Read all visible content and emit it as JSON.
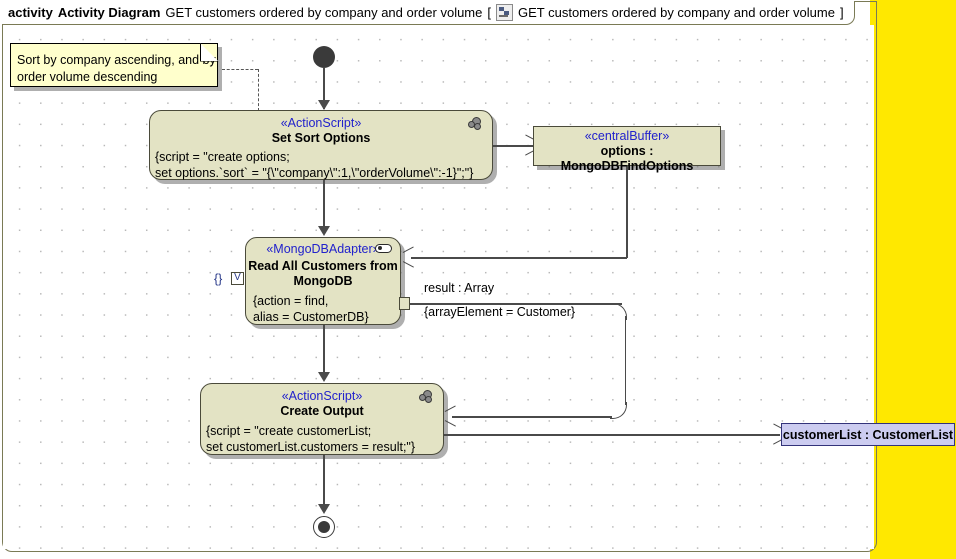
{
  "frame": {
    "keyword": "activity",
    "type_label": "Activity Diagram",
    "diagram_name": "GET customers ordered by company and order volume",
    "bracket_open": "[",
    "bracket_close": "]",
    "context_name": "GET customers ordered by company and order volume",
    "icon": "activity-diagram-icon"
  },
  "note": {
    "text": "Sort by company ascending, and by\norder volume descending"
  },
  "nodes": {
    "initial": {
      "name": "initial-node"
    },
    "set_sort_options": {
      "stereotype": "«ActionScript»",
      "name": "Set Sort Options",
      "body": "{script = \"create options;\nset options.`sort` = \"{\\\"company\\\":1,\\\"orderVolume\\\":-1}\";\"}",
      "icon": "script-icon"
    },
    "central_buffer": {
      "stereotype": "«centralBuffer»",
      "name": "options : MongoDBFindOptions"
    },
    "read_all_customers": {
      "stereotype": "«MongoDBAdapter»",
      "name": "Read All Customers\nfrom MongoDB",
      "body": "{action = find,\nalias = CustomerDB}",
      "icon": "port-icon",
      "left_braces": "{}",
      "left_pin": "V"
    },
    "create_output": {
      "stereotype": "«ActionScript»",
      "name": "Create Output",
      "body": "{script = \"create customerList;\nset customerList.customers = result;\"}",
      "icon": "script-icon"
    },
    "customer_list_output": {
      "name": "customerList : CustomerList"
    },
    "final": {
      "name": "activity-final-node"
    }
  },
  "edges": {
    "result_label": "result : Array",
    "result_constraint": "{arrayElement = Customer}"
  },
  "colors": {
    "node_fill": "#e3e3c4",
    "node_border": "#4a4a3a",
    "stereotype_text": "#2222cc",
    "note_fill": "#ffffcc",
    "output_fill": "#ccccf0",
    "output_border": "#33337a",
    "band": "#ffe800",
    "frame_border": "#7a7a55"
  }
}
